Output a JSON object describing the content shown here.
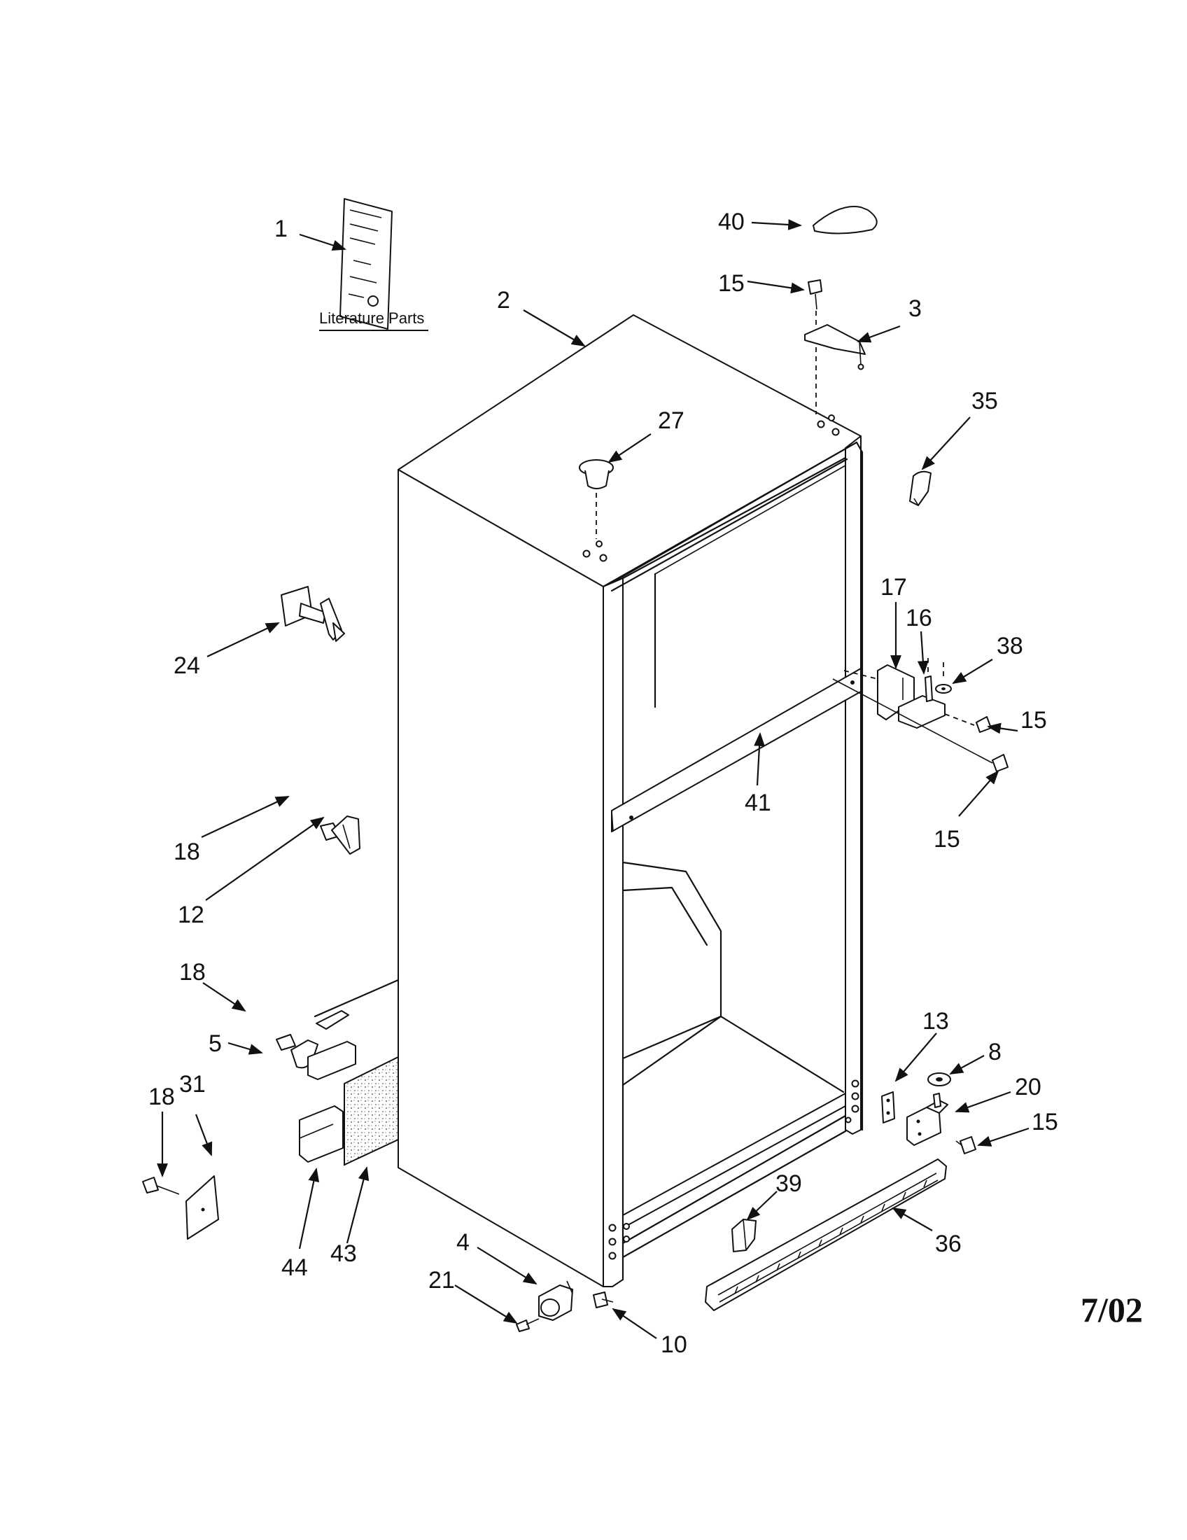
{
  "diagram": {
    "literature_label": "Literature Parts",
    "revision_date": "7/02",
    "callouts": [
      {
        "id": "c1",
        "label": "1"
      },
      {
        "id": "c2",
        "label": "2"
      },
      {
        "id": "c3",
        "label": "3"
      },
      {
        "id": "c40",
        "label": "40"
      },
      {
        "id": "c15a",
        "label": "15"
      },
      {
        "id": "c27",
        "label": "27"
      },
      {
        "id": "c35",
        "label": "35"
      },
      {
        "id": "c24",
        "label": "24"
      },
      {
        "id": "c17",
        "label": "17"
      },
      {
        "id": "c16",
        "label": "16"
      },
      {
        "id": "c38",
        "label": "38"
      },
      {
        "id": "c15b",
        "label": "15"
      },
      {
        "id": "c41",
        "label": "41"
      },
      {
        "id": "c15c",
        "label": "15"
      },
      {
        "id": "c18a",
        "label": "18"
      },
      {
        "id": "c12",
        "label": "12"
      },
      {
        "id": "c18b",
        "label": "18"
      },
      {
        "id": "c5",
        "label": "5"
      },
      {
        "id": "c13",
        "label": "13"
      },
      {
        "id": "c8",
        "label": "8"
      },
      {
        "id": "c20",
        "label": "20"
      },
      {
        "id": "c15d",
        "label": "15"
      },
      {
        "id": "c18c",
        "label": "18"
      },
      {
        "id": "c31",
        "label": "31"
      },
      {
        "id": "c39",
        "label": "39"
      },
      {
        "id": "c36",
        "label": "36"
      },
      {
        "id": "c44",
        "label": "44"
      },
      {
        "id": "c43",
        "label": "43"
      },
      {
        "id": "c4",
        "label": "4"
      },
      {
        "id": "c21",
        "label": "21"
      },
      {
        "id": "c10",
        "label": "10"
      }
    ]
  }
}
